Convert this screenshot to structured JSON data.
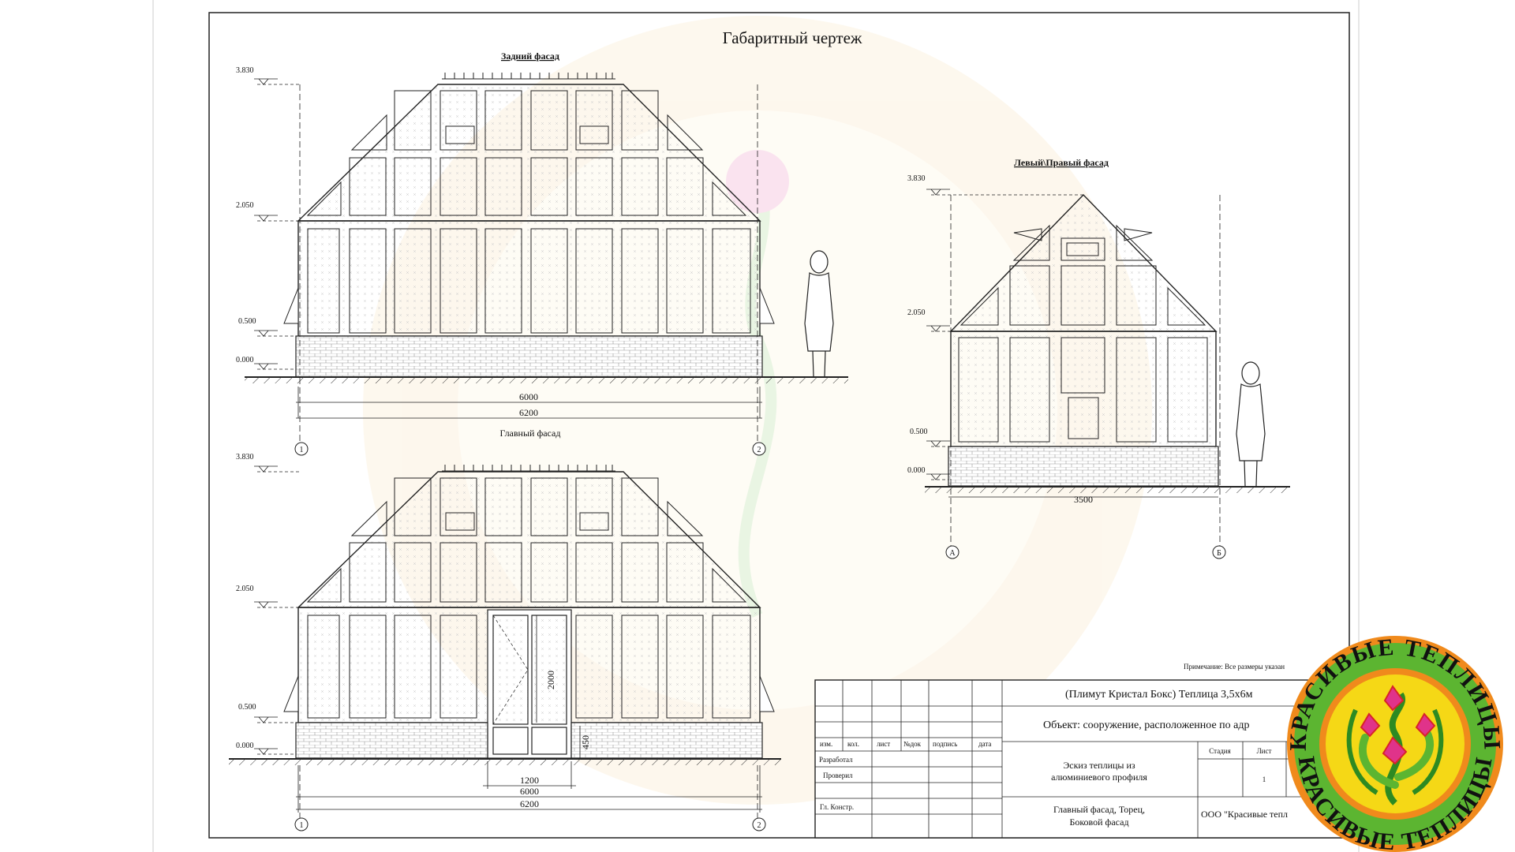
{
  "drawing": {
    "title": "Габаритный чертеж",
    "views": {
      "rear": {
        "label": "Задний фасад",
        "levels": [
          "3.830",
          "2.050",
          "0.500",
          "0.000"
        ],
        "dims": [
          "6000",
          "6200"
        ],
        "axes": [
          "1",
          "2"
        ]
      },
      "main": {
        "label": "Главный фасад",
        "levels": [
          "3.830",
          "2.050",
          "0.500",
          "0.000"
        ],
        "dims": [
          "1200",
          "6000",
          "6200"
        ],
        "door_height": "2000",
        "plinth_height": "450",
        "axes": [
          "1",
          "2"
        ]
      },
      "side": {
        "label": "Левый\\Правый фасад",
        "levels": [
          "3.830",
          "2.050",
          "0.500",
          "0.000"
        ],
        "dims": [
          "3500"
        ],
        "axes": [
          "А",
          "Б"
        ]
      }
    },
    "note": "Примечание: Все размеры указан",
    "title_block": {
      "headers": [
        "изм.",
        "кол.",
        "лист",
        "№док",
        "подпись",
        "дата"
      ],
      "roles": [
        "Разработал",
        "Проверил",
        "Гл. Констр."
      ],
      "project": "(Плимут Кристал Бокс) Теплица 3,5х6м",
      "object": "Объект: сооружение, расположенное по адр",
      "sketch_line1": "Эскиз теплицы из",
      "sketch_line2": "алюминиевого профиля",
      "sheet_line1": "Главный фасад, Торец,",
      "sheet_line2": "Боковой фасад",
      "stage_header": "Стадия",
      "sheet_header": "Лист",
      "sheet_number": "1",
      "company": "ООО \"Красивые тепл"
    }
  },
  "logo": {
    "text": "КРАСИВЫЕ ТЕПЛИЦЫ",
    "colors": {
      "orange": "#f08a1c",
      "green": "#5cb531",
      "yellow": "#f5d816",
      "red": "#d8232a",
      "pink": "#e0338a"
    }
  }
}
